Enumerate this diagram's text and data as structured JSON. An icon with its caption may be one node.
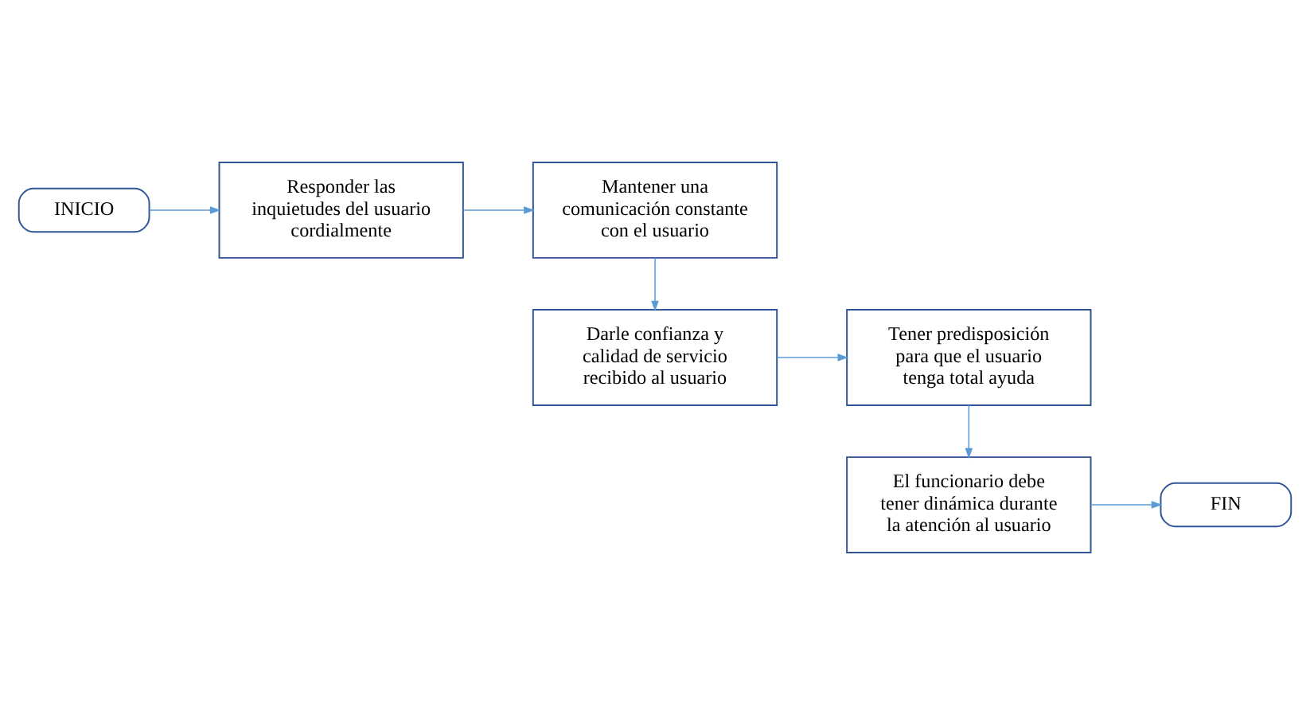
{
  "diagram": {
    "nodes": [
      {
        "text": [
          "INICIO"
        ]
      },
      {
        "text": [
          "Responder las inquietudes del usuario cordialmente"
        ]
      },
      {
        "text": [
          "Mantener una comunicación constante con el usuario"
        ]
      },
      {
        "text": [
          "Darle confianza y calidad de servicio recibido al usuario"
        ]
      },
      {
        "text": [
          "Tener predisposición para que el usuario tenga total ayuda"
        ]
      },
      {
        "text": [
          "El funcionario debe tener dinámica durante la atención al usuario"
        ]
      },
      {
        "text": [
          "FIN"
        ]
      }
    ],
    "edges": [
      {
        "from": 0,
        "to": 1,
        "arrow": "to"
      },
      {
        "from": 1,
        "to": 2,
        "arrow": "to"
      },
      {
        "from": 2,
        "to": 3,
        "arrow": "to"
      },
      {
        "from": 3,
        "to": 4,
        "arrow": "to"
      },
      {
        "from": 4,
        "to": 5,
        "arrow": "to"
      },
      {
        "from": 5,
        "to": 6,
        "arrow": "to"
      }
    ]
  }
}
